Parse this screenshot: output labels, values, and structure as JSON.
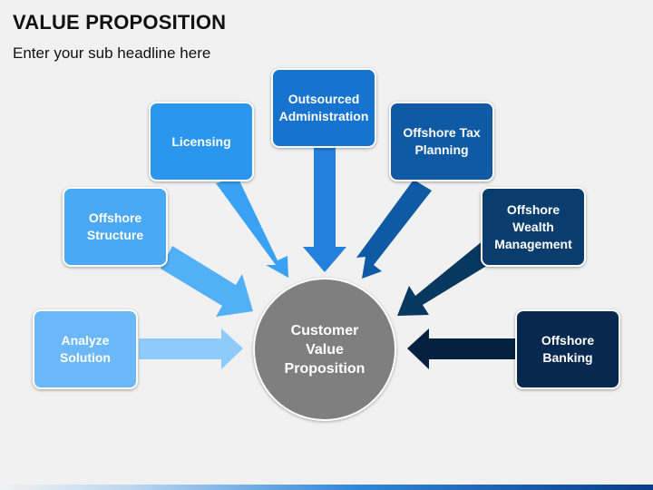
{
  "header": {
    "title": "VALUE PROPOSITION",
    "subtitle": "Enter your sub headline here"
  },
  "center": {
    "label": "Customer Value Proposition",
    "color": "#7f7f7f"
  },
  "nodes": [
    {
      "id": "analyze-solution",
      "label": "Analyze Solution",
      "color": "#6ab8f7"
    },
    {
      "id": "offshore-structure",
      "label": "Offshore Structure",
      "color": "#4aa8f4"
    },
    {
      "id": "licensing",
      "label": "Licensing",
      "color": "#2b96ee"
    },
    {
      "id": "outsourced-administration",
      "label": "Outsourced Administration",
      "color": "#1673cf"
    },
    {
      "id": "offshore-tax-planning",
      "label": "Offshore Tax Planning",
      "color": "#0f5aa5"
    },
    {
      "id": "offshore-wealth-management",
      "label": "Offshore Wealth Management",
      "color": "#0a3c6d"
    },
    {
      "id": "offshore-banking",
      "label": "Offshore Banking",
      "color": "#07284f"
    }
  ],
  "arrow_colors": [
    "#8fcbfa",
    "#52b0f6",
    "#3aa2f2",
    "#2380dc",
    "#0f5aa5",
    "#08375f",
    "#06213f"
  ]
}
